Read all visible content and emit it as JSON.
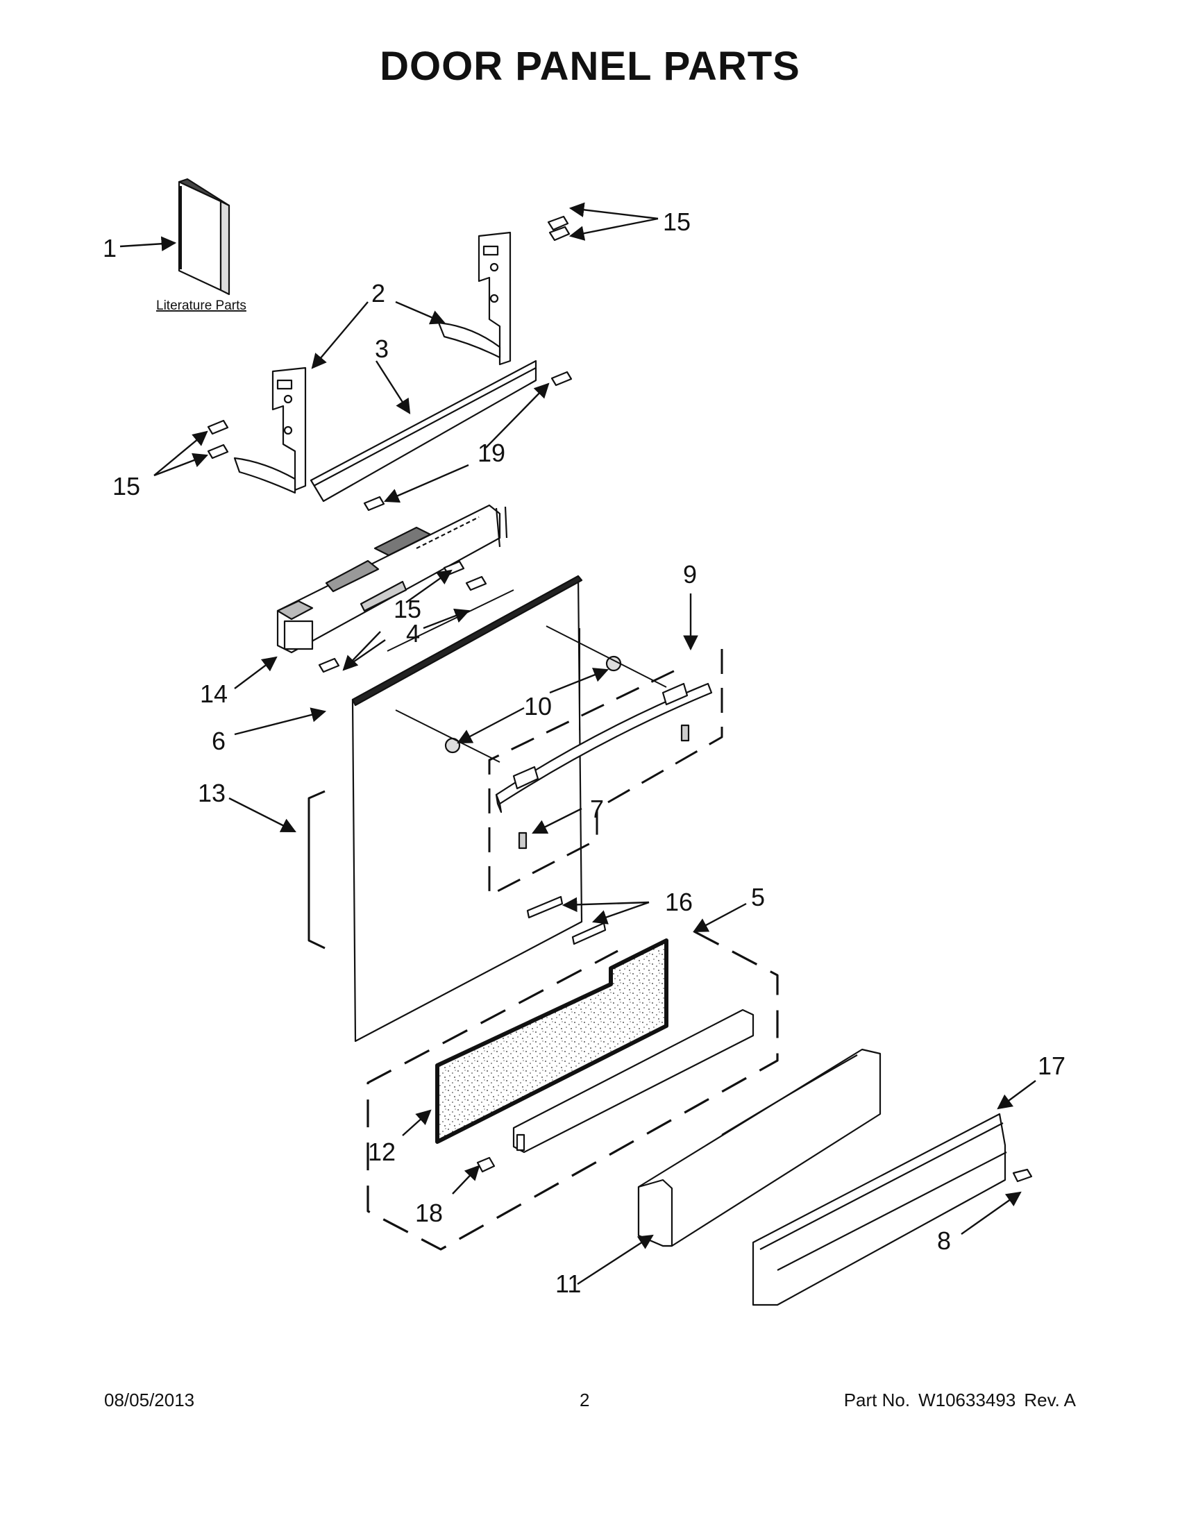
{
  "title": "DOOR PANEL PARTS",
  "literature_label": "Literature Parts",
  "callouts": {
    "c1": "1",
    "c2": "2",
    "c3": "3",
    "c4": "4",
    "c5": "5",
    "c6": "6",
    "c7": "7",
    "c8": "8",
    "c9": "9",
    "c10": "10",
    "c11": "11",
    "c12": "12",
    "c13": "13",
    "c14": "14",
    "c15": "15",
    "c16": "16",
    "c17": "17",
    "c18": "18",
    "c19": "19"
  },
  "footer": {
    "date": "08/05/2013",
    "page": "2",
    "part_label": "Part No.",
    "part_number": "W10633493",
    "revision": "Rev.  A"
  }
}
